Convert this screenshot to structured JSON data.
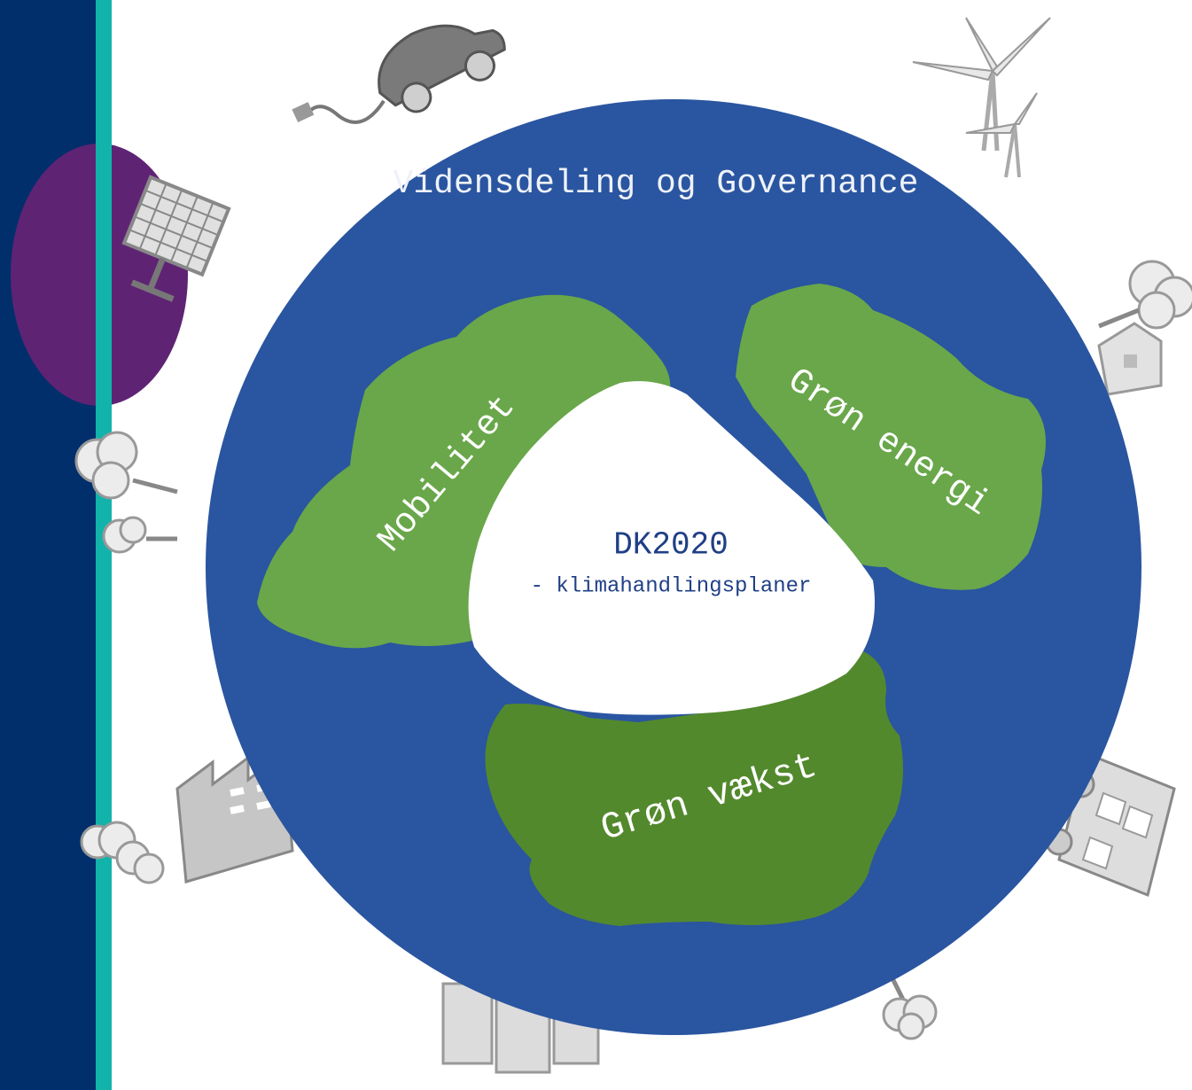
{
  "outer_ring": {
    "title": "Vidensdeling og Governance"
  },
  "segments": {
    "mobilitet": "Mobilitet",
    "gron_energi": "Grøn energi",
    "gron_vaekst": "Grøn vækst"
  },
  "core": {
    "title": "DK2020",
    "subtitle": "- klimahandlingsplaner"
  },
  "colors": {
    "sidebar": "#002f6c",
    "accent": "#12b3aa",
    "purple": "#5f2374",
    "outer_circle": "#2a55a0",
    "green_light": "#69a74a",
    "green_dark": "#53892d",
    "core_fill": "#ffffff",
    "core_text": "#1f3f86"
  },
  "icons": [
    "electric-car-icon",
    "wind-turbine-icon",
    "solar-panel-icon",
    "tree-icon",
    "house-icon",
    "factory-icon",
    "bus-icon",
    "buildings-icon"
  ]
}
